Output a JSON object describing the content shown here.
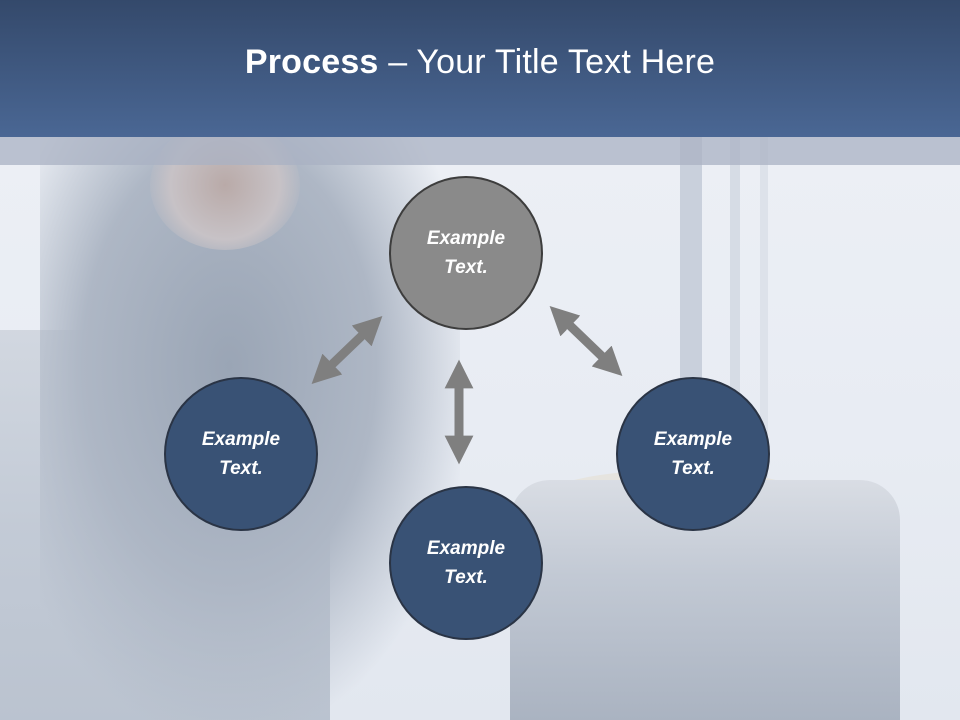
{
  "slide": {
    "title_bold": "Process",
    "title_rest": " – Your Title Text Here"
  },
  "diagram": {
    "nodes": [
      {
        "id": "top",
        "text": "Example Text.",
        "color": "#8a8a8a"
      },
      {
        "id": "left",
        "text": "Example Text.",
        "color": "#395275"
      },
      {
        "id": "right",
        "text": "Example Text.",
        "color": "#395275"
      },
      {
        "id": "bottom",
        "text": "Example Text.",
        "color": "#395275"
      }
    ],
    "arrow_color": "#7f7f7f"
  }
}
